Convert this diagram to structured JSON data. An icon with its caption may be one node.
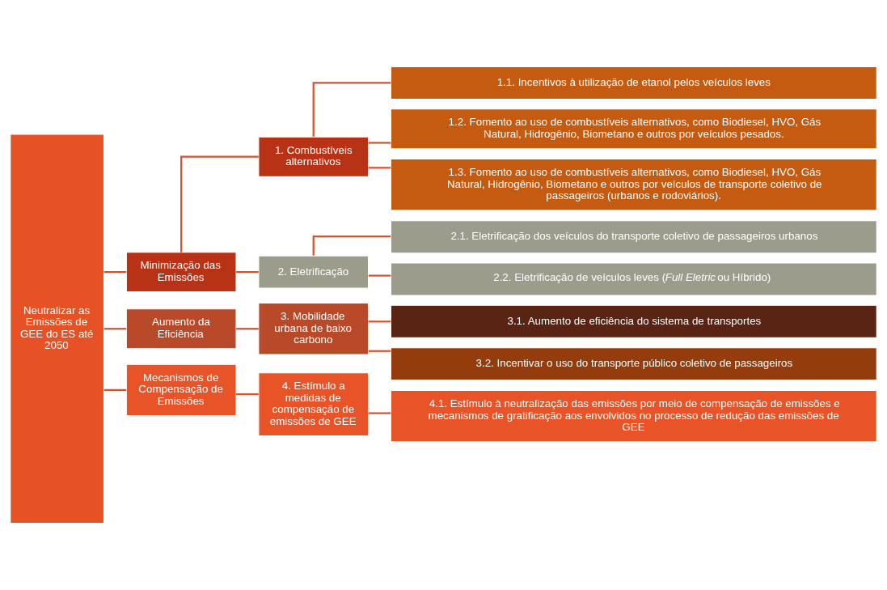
{
  "diagram": {
    "nodes": [
      {
        "text": [
          "Neutralizar as Emissões de GEE do ES até 2050"
        ]
      },
      {
        "text": [
          "Minimização das Emissões"
        ]
      },
      {
        "text": [
          "1. Combustíveis alternativos"
        ]
      },
      {
        "text": [
          "1.1. Incentivos à utilização de etanol pelos veículos leves"
        ]
      },
      {
        "text": [
          "1.2. Fomento ao uso de combustíveis alternativos, como Biodiesel, HVO, Gás Natural, Hidrogênio, Biometano e outros por veículos pesados."
        ]
      },
      {
        "text": [
          "1.3. Fomento ao uso de combustíveis alternativos, como Biodiesel, HVO, Gás Natural, Hidrogênio, Biometano e outros por veículos de transporte coletivo de passageiros (urbanos e rodoviários)."
        ]
      },
      {
        "text": [
          "2. Eletrificação"
        ]
      },
      {
        "text": [
          "2.1. Eletrificação dos veículos do transporte coletivo de passageiros urbanos"
        ]
      },
      {
        "text": [
          "2.2. Eletrificação de veículos leves (*Full Eletric* ou Híbrido)"
        ]
      },
      {
        "text": [
          "Aumento da Eficiência"
        ]
      },
      {
        "text": [
          "3. Mobilidade urbana de baixo carbono"
        ]
      },
      {
        "text": [
          "3.1. Aumento de eficiência do sistema de transportes"
        ]
      },
      {
        "text": [
          "3.2. Incentivar o uso do transporte público coletivo de passageiros"
        ]
      },
      {
        "text": [
          "Mecanismos de Compensação de Emissões"
        ]
      },
      {
        "text": [
          "4. Estímulo a medidas de compensação de emissões de GEE"
        ]
      },
      {
        "text": [
          "4.1. Estímulo à neutralização das emissões por meio de compensação de emissões e mecanismos de gratificação aos envolvidos no processo de redução das emissões de GEE"
        ]
      }
    ],
    "edges": [
      {
        "from": 0,
        "to": 1,
        "arrow": "none"
      },
      {
        "from": 1,
        "to": 2,
        "arrow": "none"
      },
      {
        "from": 2,
        "to": 3,
        "arrow": "none"
      },
      {
        "from": 2,
        "to": 4,
        "arrow": "none"
      },
      {
        "from": 2,
        "to": 5,
        "arrow": "none"
      },
      {
        "from": 1,
        "to": 6,
        "arrow": "none"
      },
      {
        "from": 6,
        "to": 7,
        "arrow": "none"
      },
      {
        "from": 6,
        "to": 8,
        "arrow": "none"
      },
      {
        "from": 0,
        "to": 9,
        "arrow": "none"
      },
      {
        "from": 9,
        "to": 10,
        "arrow": "none"
      },
      {
        "from": 10,
        "to": 11,
        "arrow": "none"
      },
      {
        "from": 10,
        "to": 12,
        "arrow": "none"
      },
      {
        "from": 0,
        "to": 13,
        "arrow": "none"
      },
      {
        "from": 13,
        "to": 14,
        "arrow": "none"
      },
      {
        "from": 14,
        "to": 15,
        "arrow": "none"
      }
    ]
  }
}
